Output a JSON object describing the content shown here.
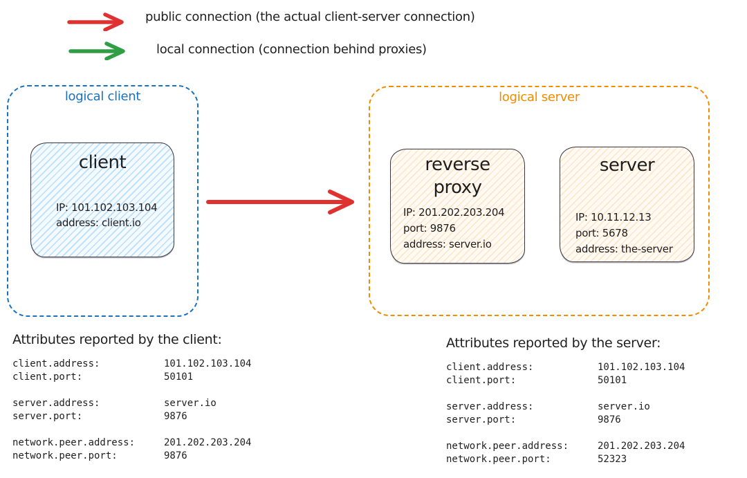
{
  "colors": {
    "public_connection": "#e03131",
    "local_connection": "#2f9e44",
    "logical_client_accent": "#1971c2",
    "logical_server_accent": "#f08c00",
    "text": "#1e1e1e"
  },
  "legend": {
    "items": [
      {
        "icon": "red-arrow-icon",
        "color": "#e03131",
        "label": "public connection (the actual client-server connection)"
      },
      {
        "icon": "green-arrow-icon",
        "color": "#2f9e44",
        "label": "local connection (connection behind proxies)"
      }
    ]
  },
  "frames": {
    "client": {
      "title": "logical client",
      "nodes": [
        {
          "title": "client",
          "lines": [
            "IP: 101.102.103.104",
            "address: client.io"
          ]
        }
      ]
    },
    "server": {
      "title": "logical server",
      "nodes": [
        {
          "title": "reverse proxy",
          "lines": [
            "IP: 201.202.203.204",
            "port: 9876",
            "address: server.io"
          ]
        },
        {
          "title": "server",
          "lines": [
            "IP: 10.11.12.13",
            "port: 5678",
            "address: the-server"
          ]
        }
      ]
    }
  },
  "connection_arrow": {
    "name": "public connection",
    "color": "#e03131"
  },
  "attributes_client": {
    "heading": "Attributes reported by the client:",
    "groups": [
      [
        {
          "key": "client.address:",
          "value": "101.102.103.104"
        },
        {
          "key": "client.port:",
          "value": "50101"
        }
      ],
      [
        {
          "key": "server.address:",
          "value": "server.io"
        },
        {
          "key": "server.port:",
          "value": "9876"
        }
      ],
      [
        {
          "key": "network.peer.address:",
          "value": "201.202.203.204"
        },
        {
          "key": "network.peer.port:",
          "value": "9876"
        }
      ]
    ]
  },
  "attributes_server": {
    "heading": "Attributes reported by the server:",
    "groups": [
      [
        {
          "key": "client.address:",
          "value": "101.102.103.104"
        },
        {
          "key": "client.port:",
          "value": "50101"
        }
      ],
      [
        {
          "key": "server.address:",
          "value": "server.io"
        },
        {
          "key": "server.port:",
          "value": "9876"
        }
      ],
      [
        {
          "key": "network.peer.address:",
          "value": "201.202.203.204"
        },
        {
          "key": "network.peer.port:",
          "value": "52323"
        }
      ]
    ]
  }
}
